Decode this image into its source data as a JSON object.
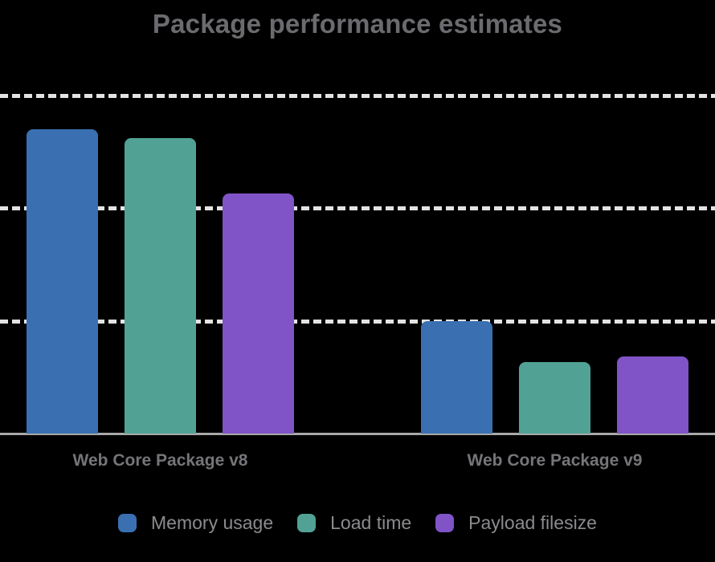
{
  "title": "Package performance estimates",
  "colors": {
    "background": "#000000",
    "gridline": "#e3e3e3",
    "axis_line": "#a9a9a9",
    "title_text": "#6b6b6f",
    "category_text": "#757579",
    "legend_text": "#8b8b8f",
    "memory_usage": "#3a70b2",
    "load_time": "#51a295",
    "payload_filesize": "#8053c7"
  },
  "chart_data": {
    "type": "bar",
    "title": "Package performance estimates",
    "categories": [
      "Web Core Package v8",
      "Web Core Package v9"
    ],
    "series": [
      {
        "name": "Memory usage",
        "color": "#3a70b2",
        "values": [
          2.7,
          1.0
        ]
      },
      {
        "name": "Load time",
        "color": "#51a295",
        "values": [
          2.62,
          0.63
        ]
      },
      {
        "name": "Payload filesize",
        "color": "#8053c7",
        "values": [
          2.13,
          0.68
        ]
      }
    ],
    "xlabel": "",
    "ylabel": "",
    "ylim": [
      0,
      3.3
    ],
    "gridline_values": [
      1,
      2,
      3
    ],
    "grid_style": "horizontal dashed white lines",
    "y_tick_labels_visible": false,
    "legend_position": "bottom"
  }
}
